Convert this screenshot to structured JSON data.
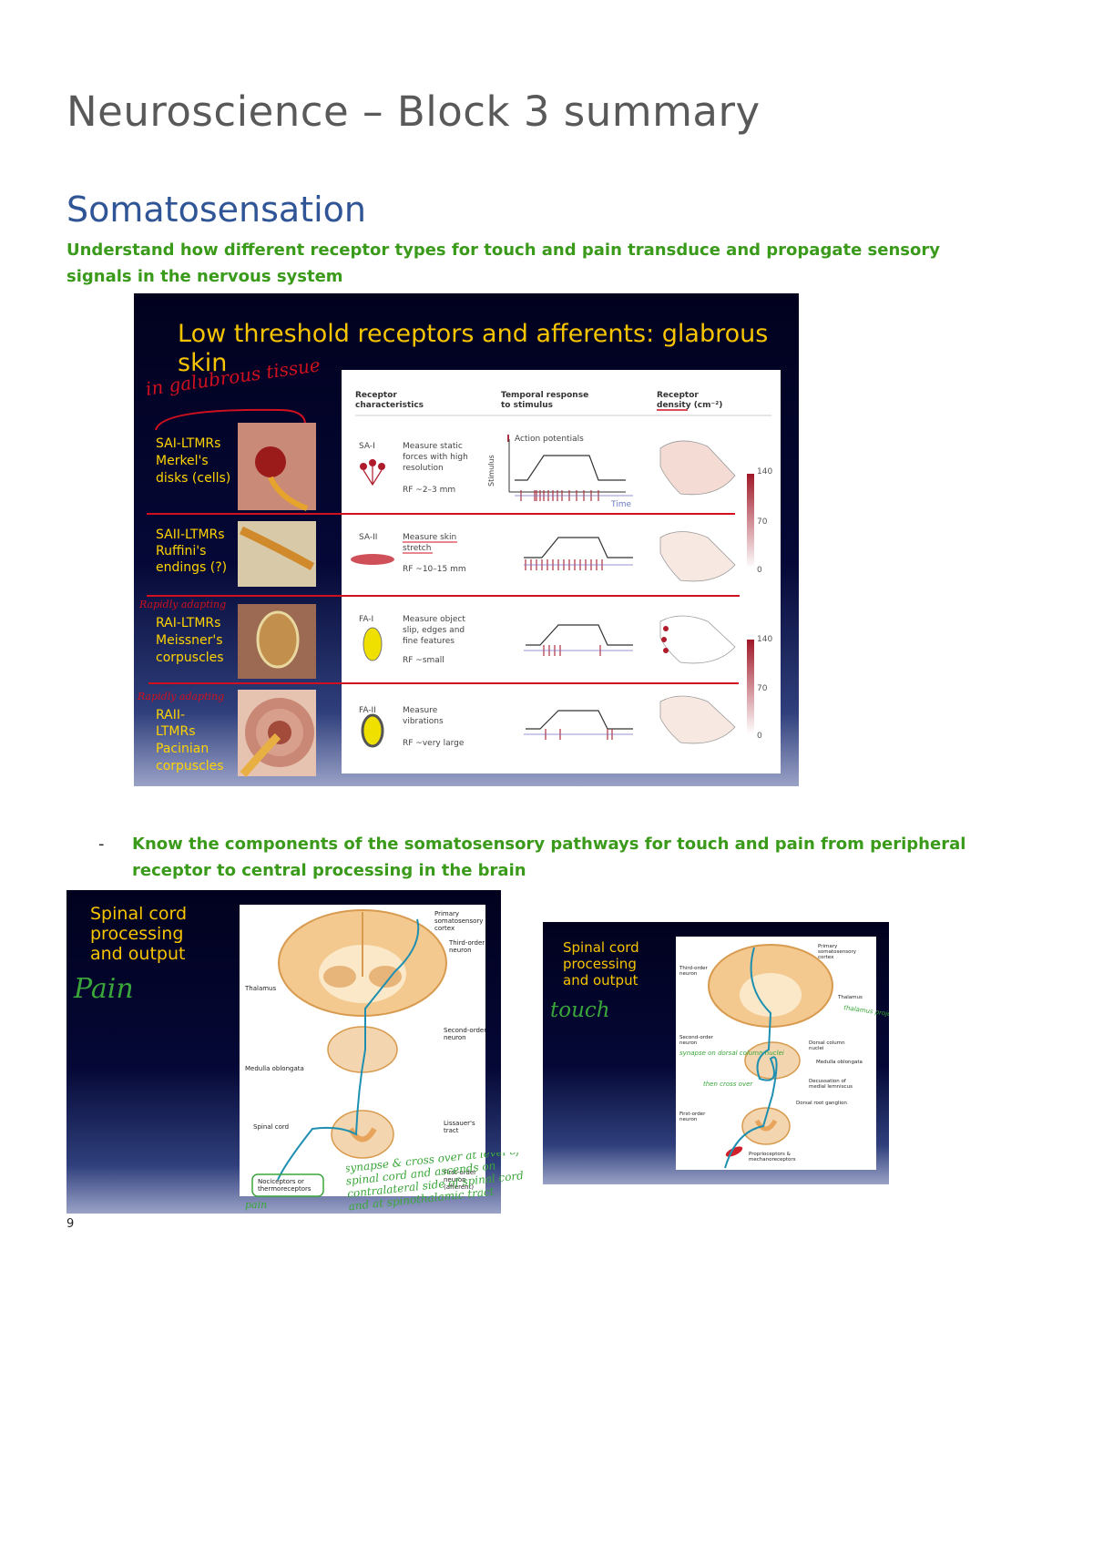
{
  "document": {
    "title": "Neuroscience – Block 3 summary",
    "section": "Somatosensation",
    "objective_1": "Understand how different receptor types for touch and pain transduce and propagate sensory signals in the nervous system",
    "objective_2_bullet": "-",
    "objective_2": "Know the components of the somatosensory pathways for touch and pain from peripheral receptor to central processing in the brain",
    "page_number": "9"
  },
  "slide1": {
    "title": "Low threshold receptors and afferents: glabrous skin",
    "annotation_glabrous": "in galubrous tissue",
    "receptors": [
      {
        "label": "SAI-LTMRs Merkel's disks (cells)",
        "code": "SA-I",
        "desc": [
          "Measure static",
          "forces with high",
          "resolution"
        ],
        "rf": "RF ~2–3 mm",
        "annot": ""
      },
      {
        "label": "SAII-LTMRs Ruffini's endings (?)",
        "code": "SA-II",
        "desc": [
          "Measure skin",
          "stretch"
        ],
        "rf": "RF ~10–15 mm",
        "annot": ""
      },
      {
        "label": "RAI-LTMRs Meissner's corpuscles",
        "code": "FA-I",
        "desc": [
          "Measure object",
          "slip, edges and",
          "fine features"
        ],
        "rf": "RF ~small",
        "annot": "Rapidly adapting"
      },
      {
        "label": "RAII-LTMRs Pacinian corpuscles",
        "code": "FA-II",
        "desc": [
          "Measure",
          "vibrations"
        ],
        "rf": "RF ~very large",
        "annot": "Rapidly adapting"
      }
    ],
    "table_headers": {
      "receptor": "Receptor characteristics",
      "temporal": "Temporal response to stimulus",
      "density": "Receptor density (cm⁻²)"
    },
    "action_potentials_label": "Action potentials",
    "stimulus_label": "Stimulus",
    "time_label": "Time",
    "density_ticks_top": [
      "140",
      "70",
      "0"
    ],
    "density_ticks_bottom": [
      "140",
      "70",
      "0"
    ]
  },
  "slide2": {
    "title": "Spinal cord processing and output",
    "annotation": "Pain",
    "labels": {
      "primary_cortex": "Primary somatosensory cortex",
      "third_order": "Third-order neuron",
      "thalamus": "Thalamus",
      "second_order": "Second-order neuron",
      "medulla": "Medulla oblongata",
      "spinal_cord": "Spinal cord",
      "lissauer": "Lissauer's tract",
      "first_order": "First-order neuron (afferent)",
      "nociceptors": "Nociceptors or thermoreceptors"
    },
    "handwritten": {
      "pain_box": "pain",
      "decussation": "synapse & cross over at level of spinal cord and ascends on contralateral side of spinal cord and at spinothalamic tract"
    }
  },
  "slide3": {
    "title": "Spinal cord processing and output",
    "annotation": "touch",
    "labels": {
      "primary_cortex": "Primary somatosensory cortex",
      "third_order": "Third-order neuron",
      "thalamus": "Thalamus",
      "second_order": "Second-order neuron",
      "dorsal_column": "Dorsal column nuclei",
      "medulla": "Medulla oblongata",
      "decussation": "Decussation of medial lemniscus",
      "dorsal_root": "Dorsal root ganglion",
      "first_order": "First-order neuron",
      "mechanoreceptor": "Proprioceptors & mechanoreceptors"
    },
    "handwritten": {
      "thalamus_note": "thalamus project to cortex",
      "synapse_note": "synapse on dorsal column nuclei",
      "cross_note": "then cross over"
    }
  },
  "colors": {
    "title_gray": "#595959",
    "heading_blue": "#2f5597",
    "objective_green": "#3a9a1a",
    "slide_navy": "#050836",
    "slide_title_orange": "#f7c400",
    "annotation_red": "#d0101e",
    "annotation_green": "#3aa63a"
  }
}
